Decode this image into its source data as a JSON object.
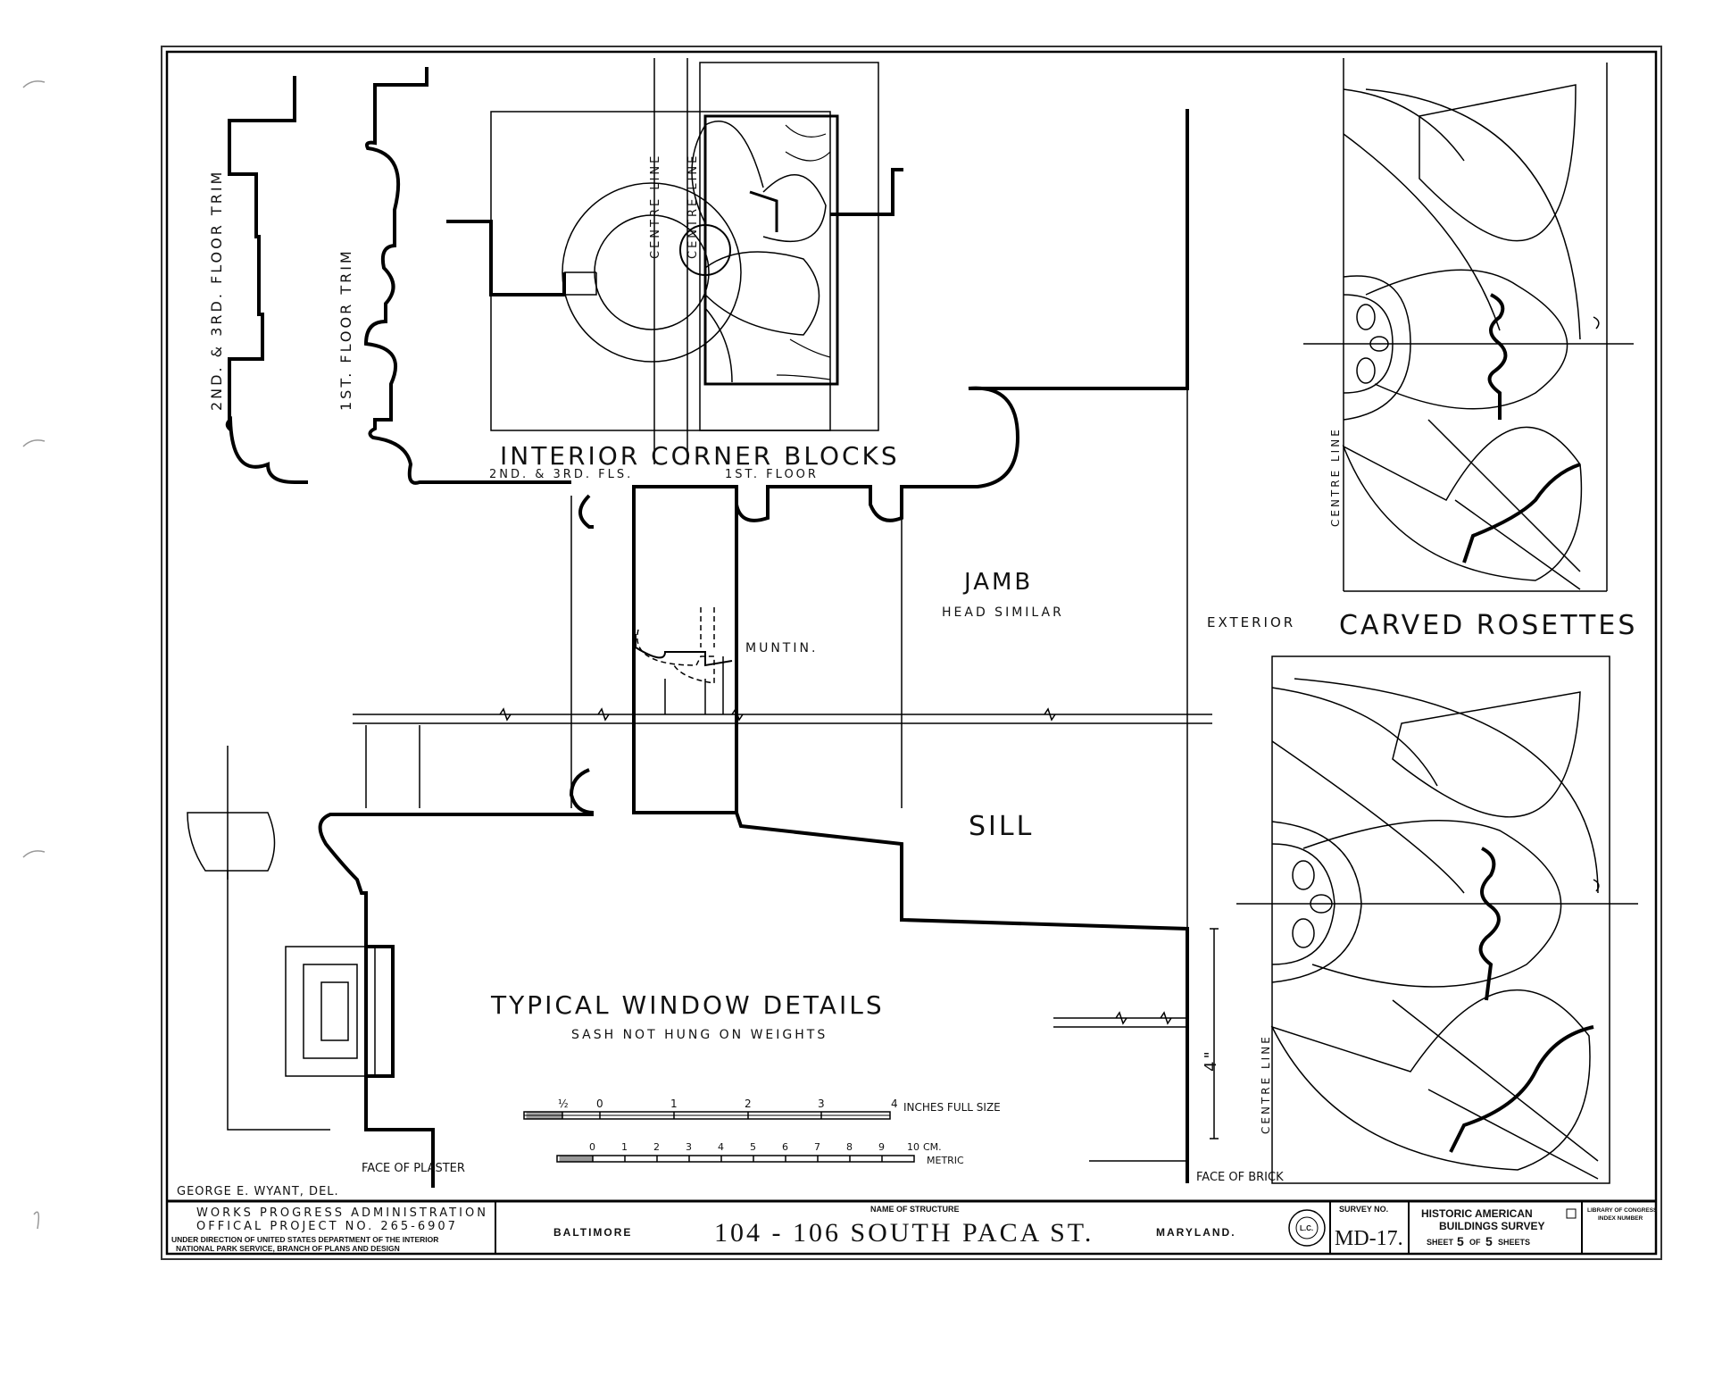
{
  "titles": {
    "trim_2_3": "2ND. & 3RD. FLOOR TRIM",
    "trim_1": "1ST. FLOOR TRIM",
    "corner_blocks": "INTERIOR CORNER BLOCKS",
    "corner_blocks_sub_left": "2ND. & 3RD. FLS.",
    "corner_blocks_sub_right": "1ST. FLOOR",
    "centre_line_a": "CENTRE LINE",
    "centre_line_b": "CENTRE LINE",
    "jamb": "JAMB",
    "jamb_sub": "HEAD SIMILAR",
    "muntin": "MUNTIN.",
    "sill": "SILL",
    "window_details": "TYPICAL WINDOW DETAILS",
    "window_details_sub": "SASH NOT HUNG ON WEIGHTS",
    "rosettes_prefix": "EXTERIOR",
    "rosettes": "CARVED ROSETTES",
    "rosette_centre_a": "CENTRE LINE",
    "rosette_centre_b": "CENTRE LINE",
    "dimension": "4\"",
    "face_of_plaster": "FACE OF PLASTER",
    "face_of_brick": "FACE OF BRICK",
    "delineator": "GEORGE E. WYANT, DEL."
  },
  "scales": {
    "inches_ticks": [
      "½",
      "0",
      "1",
      "2",
      "3",
      "4"
    ],
    "inches_label": "INCHES FULL SIZE",
    "metric_ticks": [
      "0",
      "1",
      "2",
      "3",
      "4",
      "5",
      "6",
      "7",
      "8",
      "9",
      "10"
    ],
    "metric_unit": "CM.",
    "metric_label": "METRIC"
  },
  "title_block": {
    "agency_1": "WORKS PROGRESS ADMINISTRATION",
    "agency_2": "OFFICAL PROJECT NO. 265-6907",
    "agency_3": "UNDER DIRECTION OF UNITED STATES DEPARTMENT OF THE INTERIOR",
    "agency_4": "NATIONAL PARK SERVICE, BRANCH OF PLANS AND DESIGN",
    "name_label": "NAME OF STRUCTURE",
    "city": "BALTIMORE",
    "structure": "104 - 106 SOUTH PACA ST.",
    "state": "MARYLAND.",
    "seal": "L.C.",
    "survey_label": "SURVEY NO.",
    "survey_no": "MD-17.",
    "habs_1": "HISTORIC AMERICAN",
    "habs_2": "BUILDINGS SURVEY",
    "sheet_word": "SHEET",
    "sheet_no": "5",
    "of_word": "OF",
    "sheet_total": "5",
    "sheets_word": "SHEETS",
    "loc_1": "LIBRARY OF CONGRESS",
    "loc_2": "INDEX NUMBER"
  }
}
